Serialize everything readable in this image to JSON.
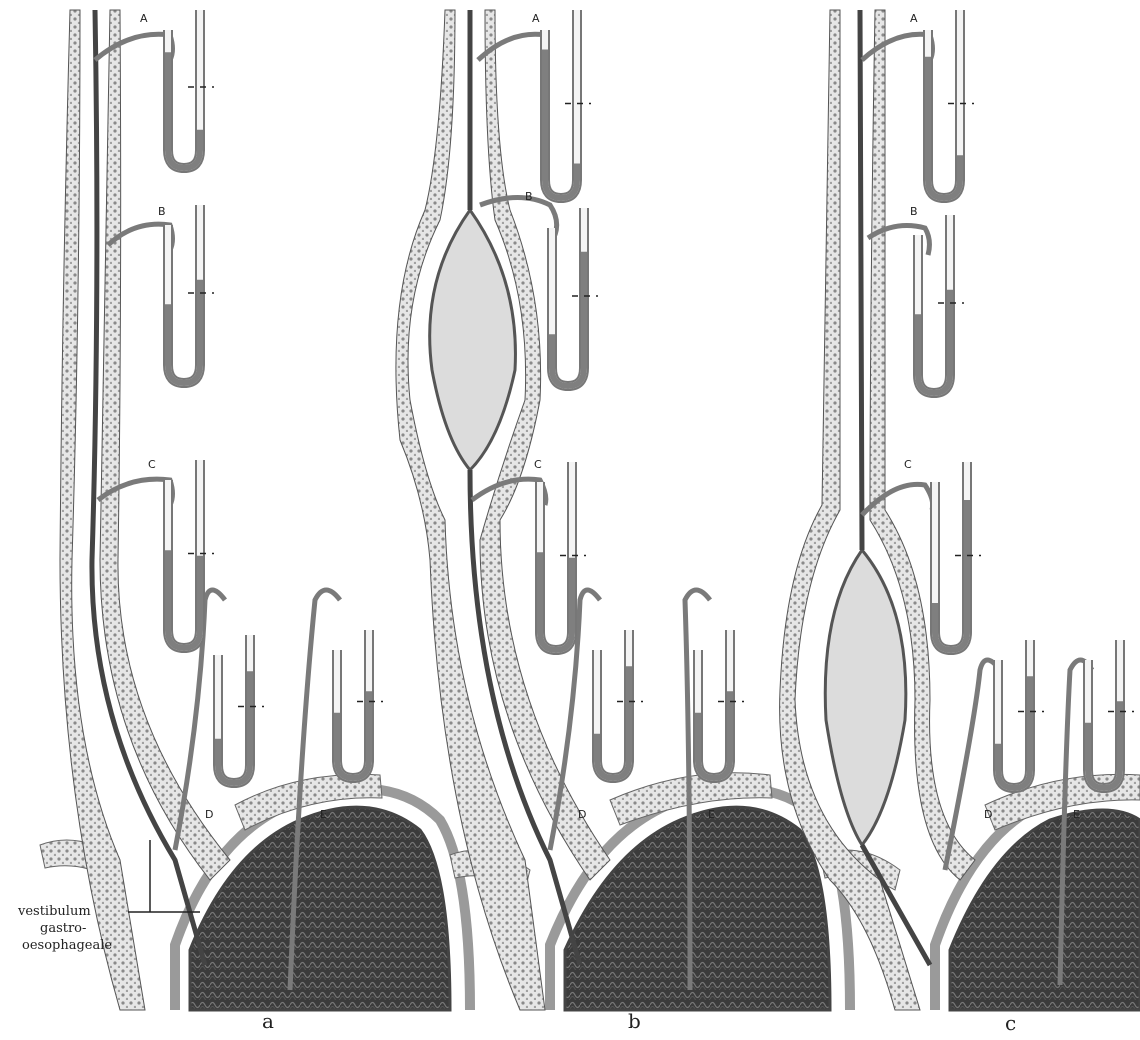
{
  "panels": [
    {
      "id": "a",
      "label": "a",
      "probes": [
        "A",
        "B",
        "C",
        "D",
        "E"
      ]
    },
    {
      "id": "b",
      "label": "b",
      "probes": [
        "A",
        "B",
        "C",
        "D",
        "E"
      ]
    },
    {
      "id": "c",
      "label": "c",
      "probes": [
        "A",
        "B",
        "C",
        "D",
        "E"
      ]
    }
  ],
  "annotation": {
    "line1": "vestibulum",
    "line2": "gastro-",
    "line3": "oesophageale"
  },
  "manometer_fill": {
    "a": {
      "A": 0.15,
      "B": 0.55,
      "C": 0.45,
      "D": 0.75,
      "E": 0.55
    },
    "b": {
      "A": 0.1,
      "B": 0.75,
      "C": 0.45,
      "D": 0.75,
      "E": 0.55
    },
    "c": {
      "A": 0.15,
      "B": 0.55,
      "C": 0.8,
      "D": 0.75,
      "E": 0.55
    }
  },
  "colors": {
    "tissue": "#d9d9d9",
    "tissue_dark": "#6a6a6a",
    "lumen": "#555555",
    "bolus": "#dcdcdc",
    "stomach": "#3b3b3b",
    "tube": "#7a7a7a",
    "fluid": "#7f7f7f"
  }
}
